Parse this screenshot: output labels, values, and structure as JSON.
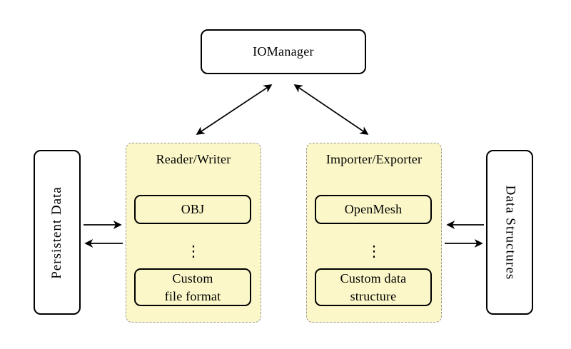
{
  "nodes": {
    "io_manager": "IOManager",
    "persistent_data": "Persistent Data",
    "data_structures": "Data Structures"
  },
  "groups": {
    "reader_writer": {
      "title": "Reader/Writer",
      "items": [
        "OBJ",
        "Custom\nfile format"
      ],
      "dots": "⋮"
    },
    "importer_exporter": {
      "title": "Importer/Exporter",
      "items": [
        "OpenMesh",
        "Custom data\nstructure"
      ],
      "dots": "⋮"
    }
  },
  "connections": [
    {
      "from": "io_manager",
      "to": "reader_writer",
      "bidirectional": true
    },
    {
      "from": "io_manager",
      "to": "importer_exporter",
      "bidirectional": true
    },
    {
      "from": "persistent_data",
      "to": "reader_writer",
      "bidirectional": false
    },
    {
      "from": "reader_writer",
      "to": "persistent_data",
      "bidirectional": false
    },
    {
      "from": "data_structures",
      "to": "importer_exporter",
      "bidirectional": false
    },
    {
      "from": "importer_exporter",
      "to": "data_structures",
      "bidirectional": false
    }
  ],
  "colors": {
    "group_fill": "#fbf7c8",
    "group_border": "#999999",
    "node_border": "#000000",
    "background": "#ffffff",
    "arrow": "#000000"
  }
}
